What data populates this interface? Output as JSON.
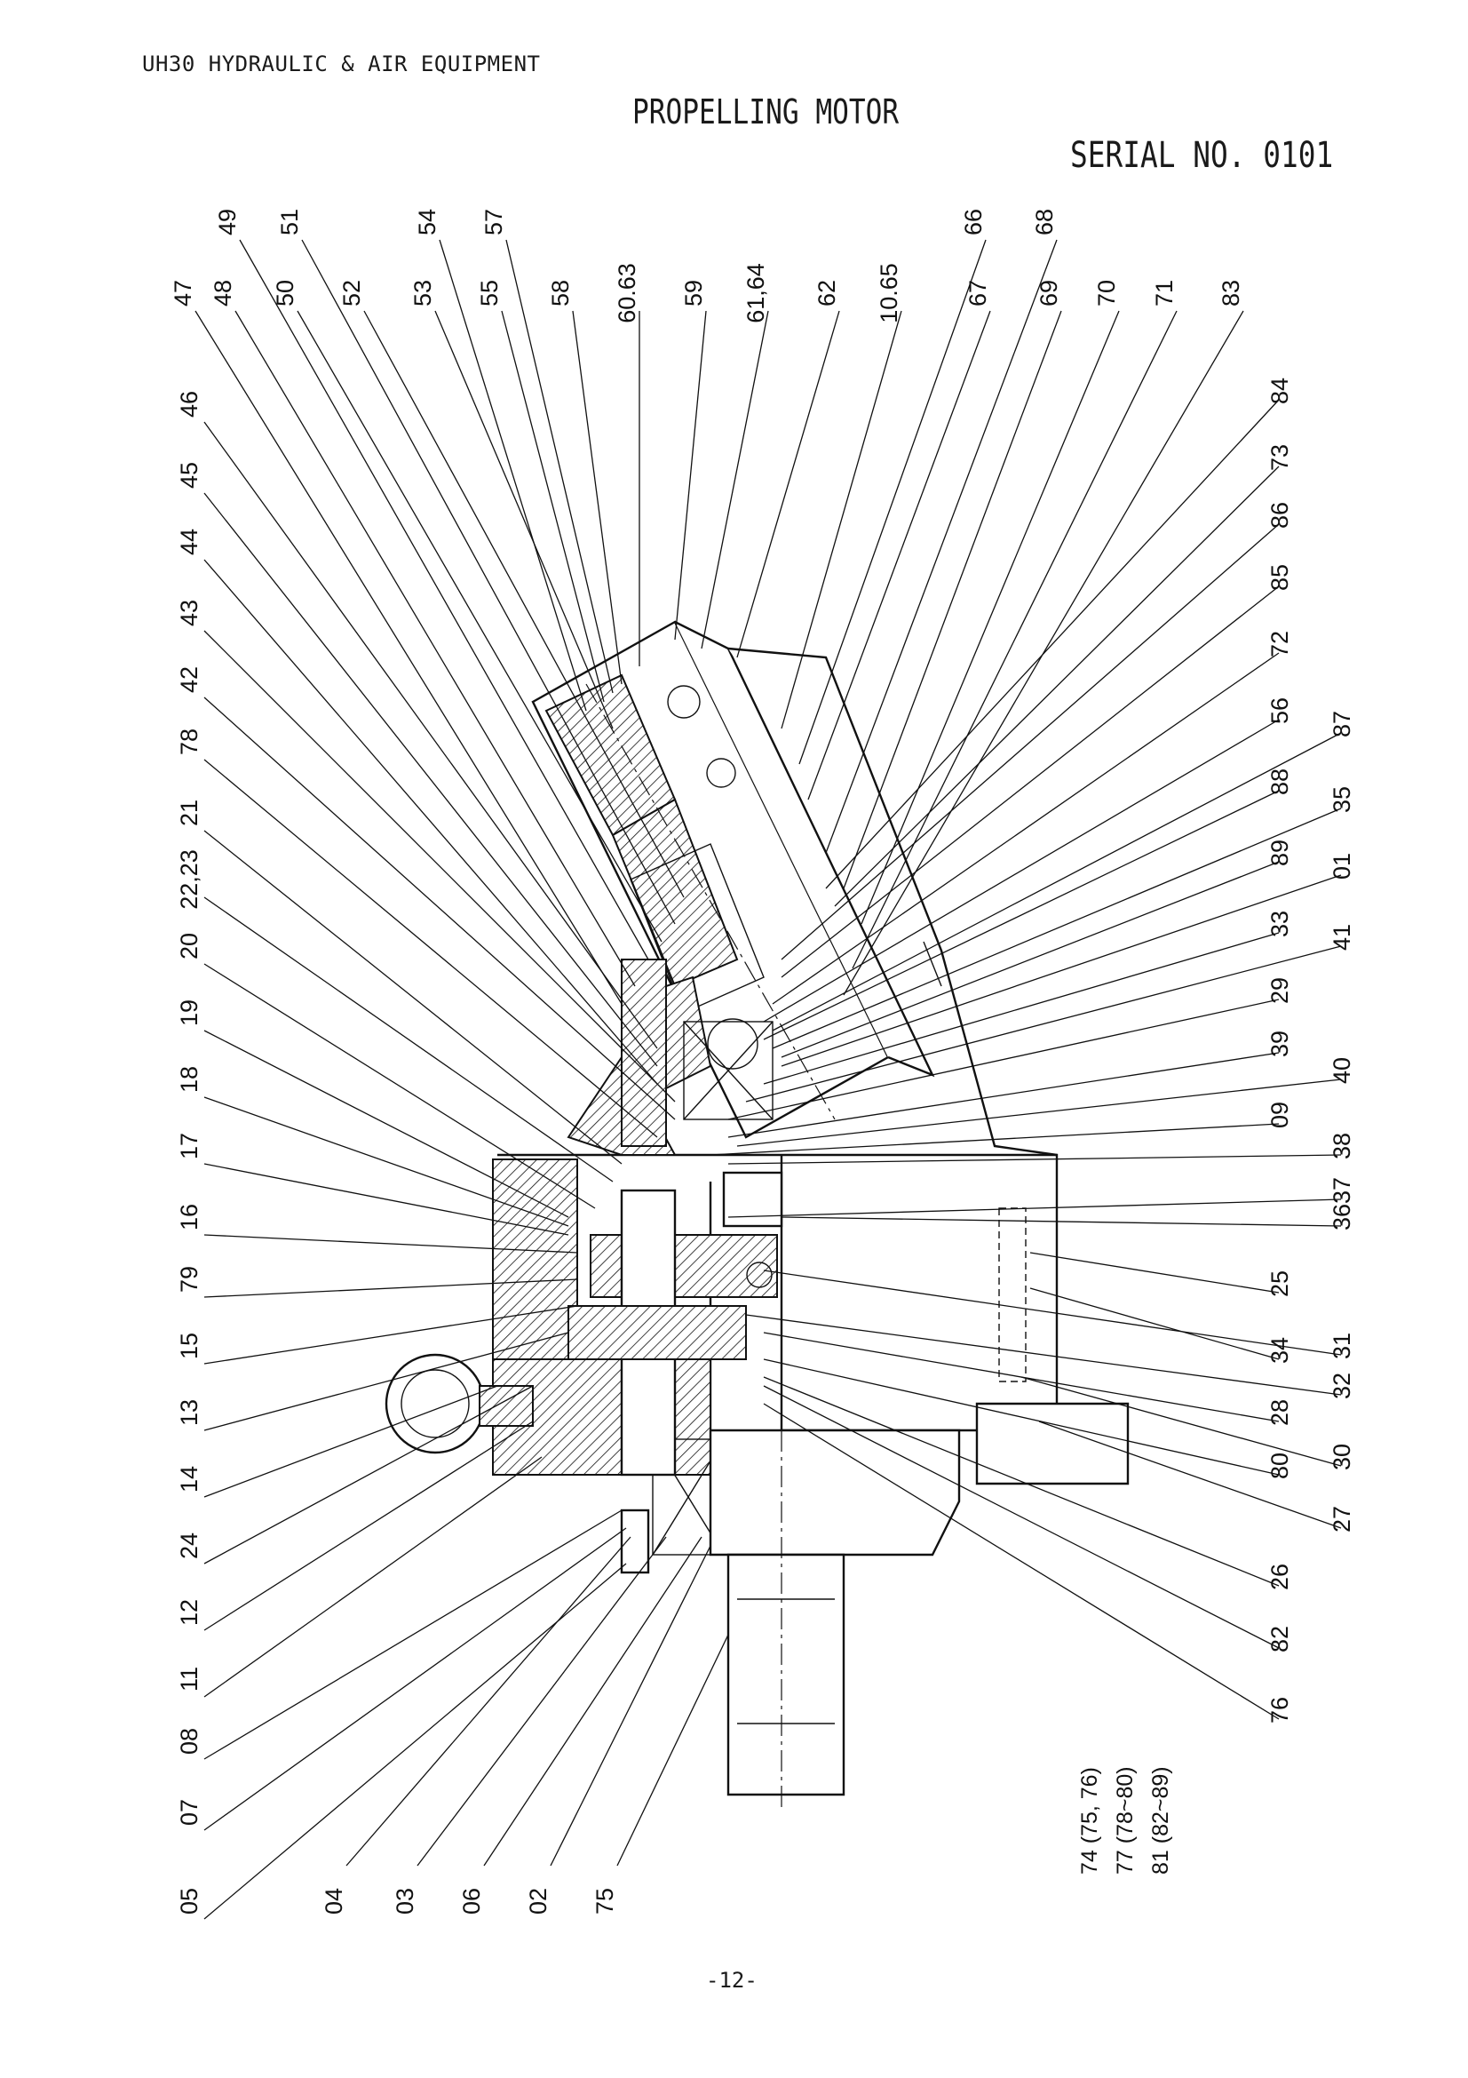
{
  "header": {
    "doc_title": "UH30 HYDRAULIC & AIR EQUIPMENT",
    "title": "PROPELLING MOTOR",
    "serial": "SERIAL NO. 0101",
    "page": "-12-"
  },
  "part_labels": {
    "top": [
      "47",
      "48",
      "49",
      "50",
      "51",
      "52",
      "53",
      "54",
      "55",
      "57",
      "58",
      "60.63",
      "59",
      "61,64",
      "62",
      "10.65",
      "66",
      "67",
      "68",
      "69",
      "70",
      "71",
      "83"
    ],
    "left": [
      "46",
      "45",
      "44",
      "43",
      "42",
      "78",
      "21",
      "22,23",
      "20",
      "19",
      "18",
      "17",
      "16",
      "79",
      "15",
      "13",
      "14",
      "24",
      "12",
      "11",
      "08",
      "07",
      "05"
    ],
    "bottom": [
      "04",
      "03",
      "06",
      "02",
      "75"
    ],
    "right": [
      "84",
      "73",
      "86",
      "85",
      "72",
      "56",
      "87",
      "88",
      "35",
      "89",
      "01",
      "33",
      "41",
      "29",
      "39",
      "40",
      "09",
      "38",
      "37",
      "36",
      "25",
      "31",
      "34",
      "32",
      "28",
      "30",
      "80",
      "27",
      "26",
      "82",
      "76"
    ]
  },
  "assembly_groups": [
    "74 (75, 76)",
    "77 (78~80)",
    "81 (82~89)"
  ]
}
